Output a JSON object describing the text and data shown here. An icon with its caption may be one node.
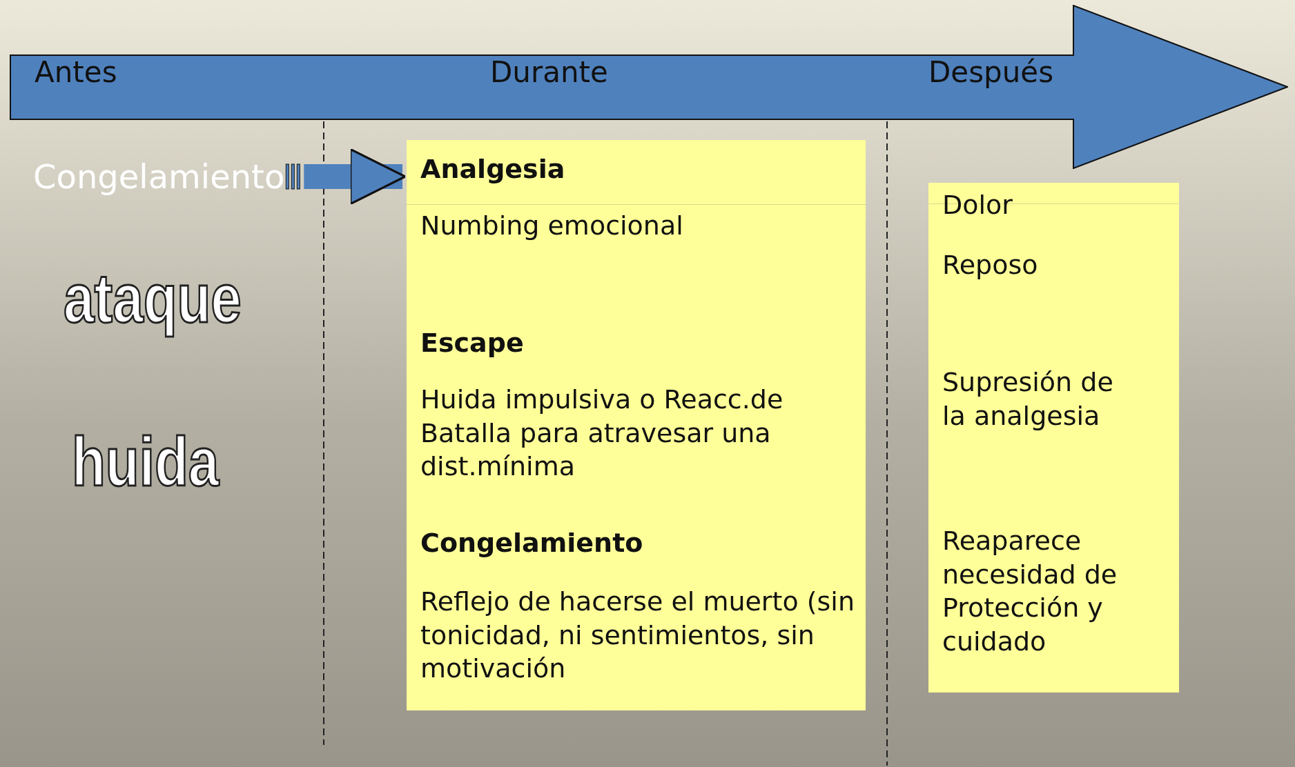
{
  "diagram": {
    "nodes": [
      {
        "text": [
          "Antes",
          "Durante",
          "Después"
        ]
      },
      {
        "text": [
          "Congelamiento"
        ]
      },
      {
        "text": [
          "Analgesia",
          "Numbing emocional",
          "Escape",
          "Huida impulsiva o Reacc.de Batalla para atravesar una dist.mínima",
          "Congelamiento",
          "Reflejo de hacerse el muerto (sin tonicidad, ni sentimientos, sin motivación"
        ]
      },
      {
        "text": [
          "Dolor",
          "Reposo",
          "Supresión de la analgesia",
          "Reaparece necesidad de Protección y cuidado"
        ]
      }
    ],
    "edges": [
      {
        "from": 1,
        "to": 2,
        "arrow": "to"
      }
    ],
    "labels": [
      "ataque",
      "huida"
    ]
  }
}
